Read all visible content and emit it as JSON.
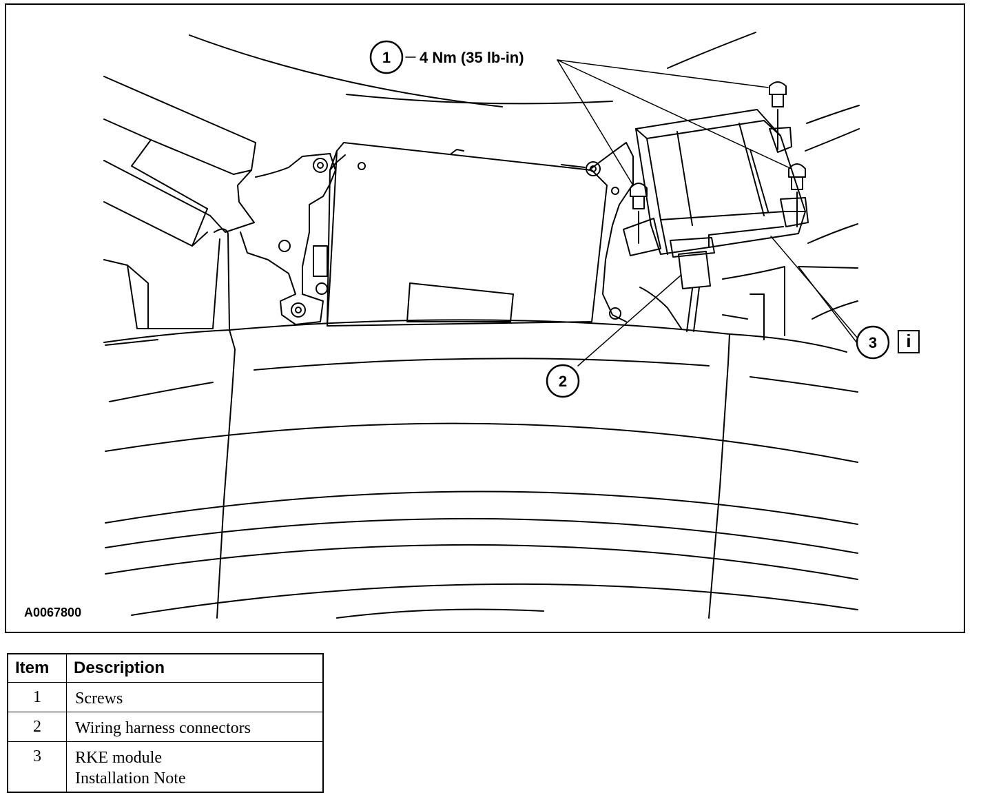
{
  "figure": {
    "id": "A0067800",
    "callouts": [
      {
        "number": "1",
        "label": "4 Nm (35 lb-in)"
      },
      {
        "number": "2",
        "label": ""
      },
      {
        "number": "3",
        "label": ""
      }
    ],
    "info_icon": "i"
  },
  "legend": {
    "headers": {
      "item": "Item",
      "description": "Description"
    },
    "rows": [
      {
        "item": "1",
        "description": [
          "Screws"
        ]
      },
      {
        "item": "2",
        "description": [
          "Wiring harness connectors"
        ]
      },
      {
        "item": "3",
        "description": [
          "RKE module",
          "Installation Note"
        ]
      }
    ]
  }
}
